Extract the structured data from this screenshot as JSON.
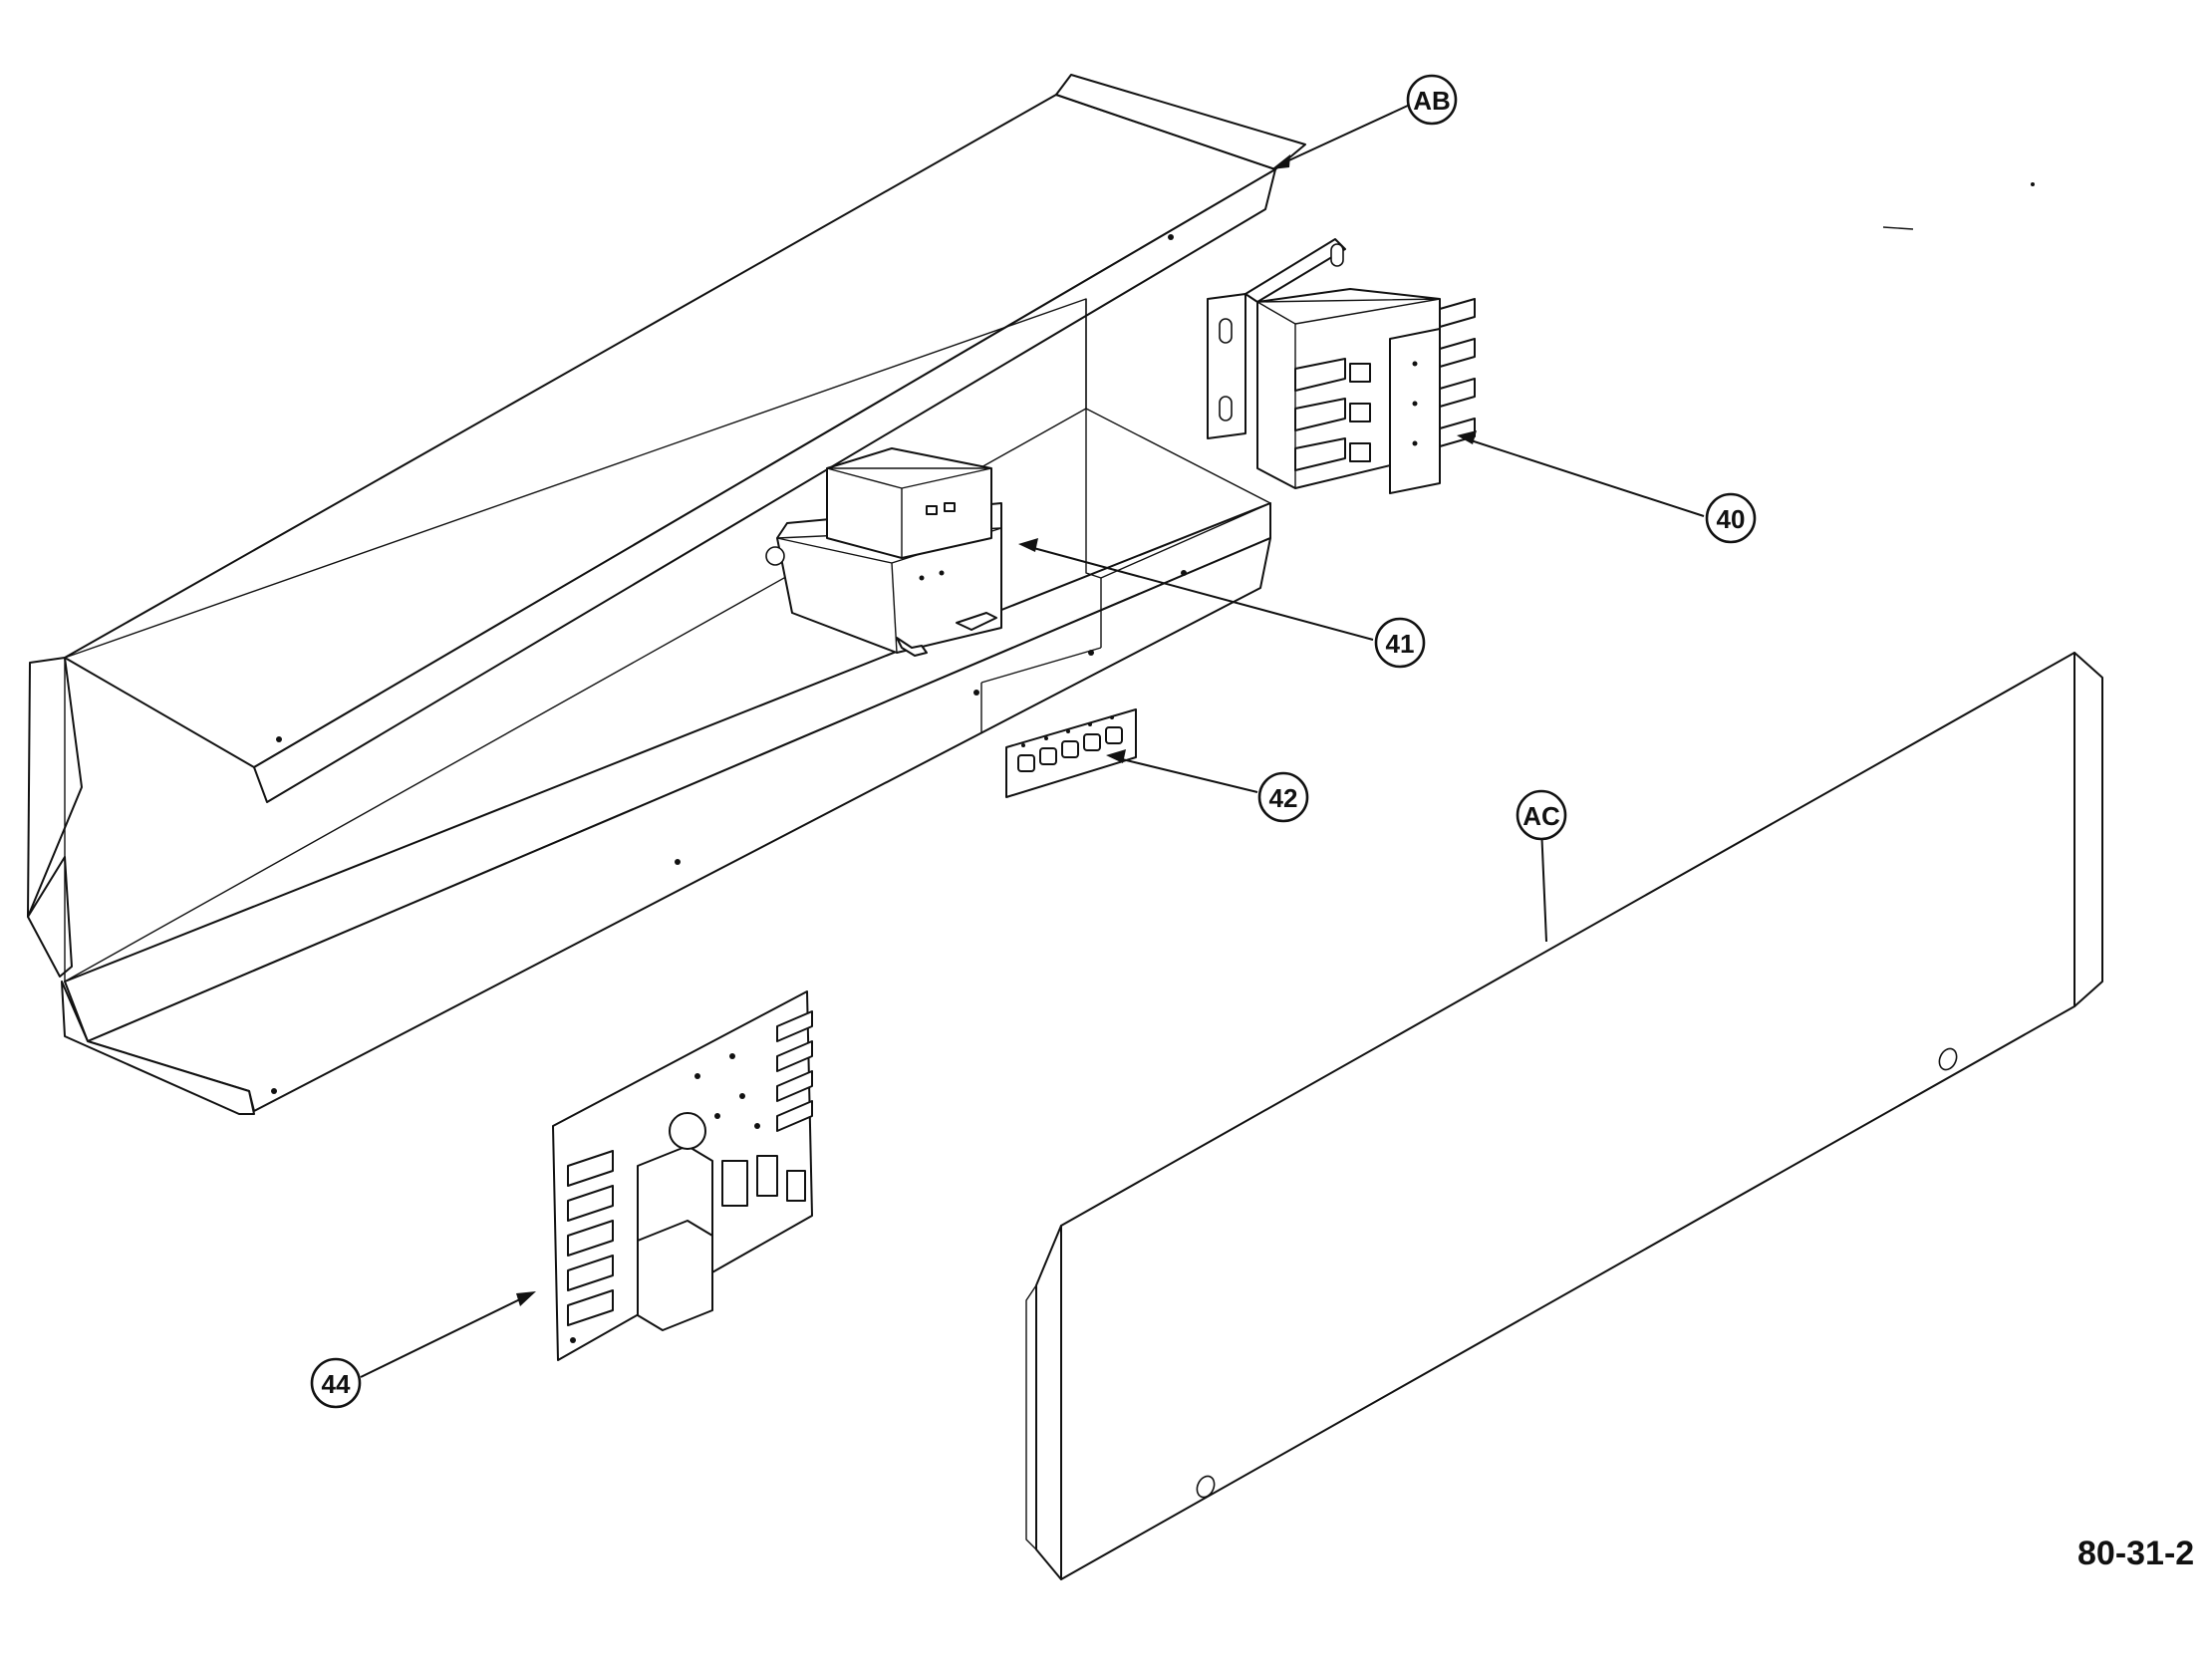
{
  "callouts": {
    "ab": "AB",
    "ac": "AC",
    "p40": "40",
    "p41": "41",
    "p42": "42",
    "p44": "44"
  },
  "drawing_number": "80-31-2"
}
